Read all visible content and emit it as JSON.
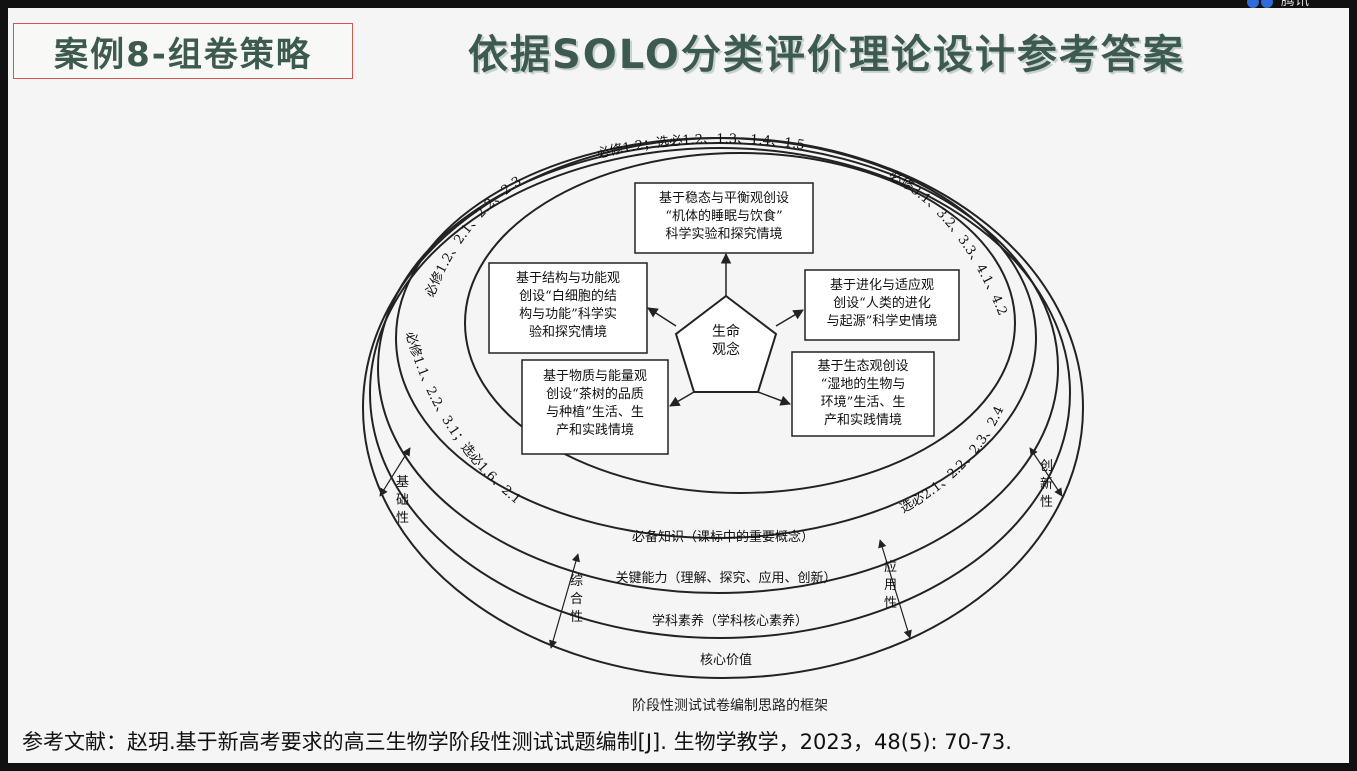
{
  "logo_text": "腾讯",
  "case_label": "案例8-组卷策略",
  "title": "依据SOLO分类评价理论设计参考答案",
  "diagram": {
    "center": "生命\n观念",
    "top_arc_label": "必修1.2；选必1.2、1.3、1.4、1.5",
    "left_arc_upper": "必修1.2、2.1、2.2、2.3",
    "left_arc_lower": "必修1.1、2.2、3.1；选必1.6、2.1",
    "right_arc_upper": "必修3.1、3.2、3.3、4.1、4.2",
    "right_arc_lower": "选必2.1、2.2、2.3、2.4",
    "boxes": {
      "top": "基于稳态与平衡观创设\n“机体的睡眠与饮食”\n科学实验和探究情境",
      "upper_left": "基于结构与功能观\n创设“白细胞的结\n构与功能”科学实\n验和探究情境",
      "upper_right": "基于进化与适应观\n创设“人类的进化\n与起源”科学史情境",
      "lower_left": "基于物质与能量观\n创设“茶树的品质\n与种植”生活、生\n产和实践情境",
      "lower_right": "基于生态观创设\n“湿地的生物与\n环境”生活、生\n产和实践情境"
    },
    "layers": {
      "layer1": "必备知识（课标中的重要概念）",
      "layer2": "关键能力（理解、探究、应用、创新）",
      "layer3": "学科素养（学科核心素养）",
      "layer4": "核心价值"
    },
    "side_labels": {
      "basic": "基础性",
      "innovative": "创新性",
      "comprehensive": "综合性",
      "applied": "应用性"
    },
    "caption": "阶段性测试试卷编制思路的框架"
  },
  "reference": "参考文献：赵玥.基于新高考要求的高三生物学阶段性测试试题编制[J]. 生物学教学，2023，48(5): 70-73."
}
